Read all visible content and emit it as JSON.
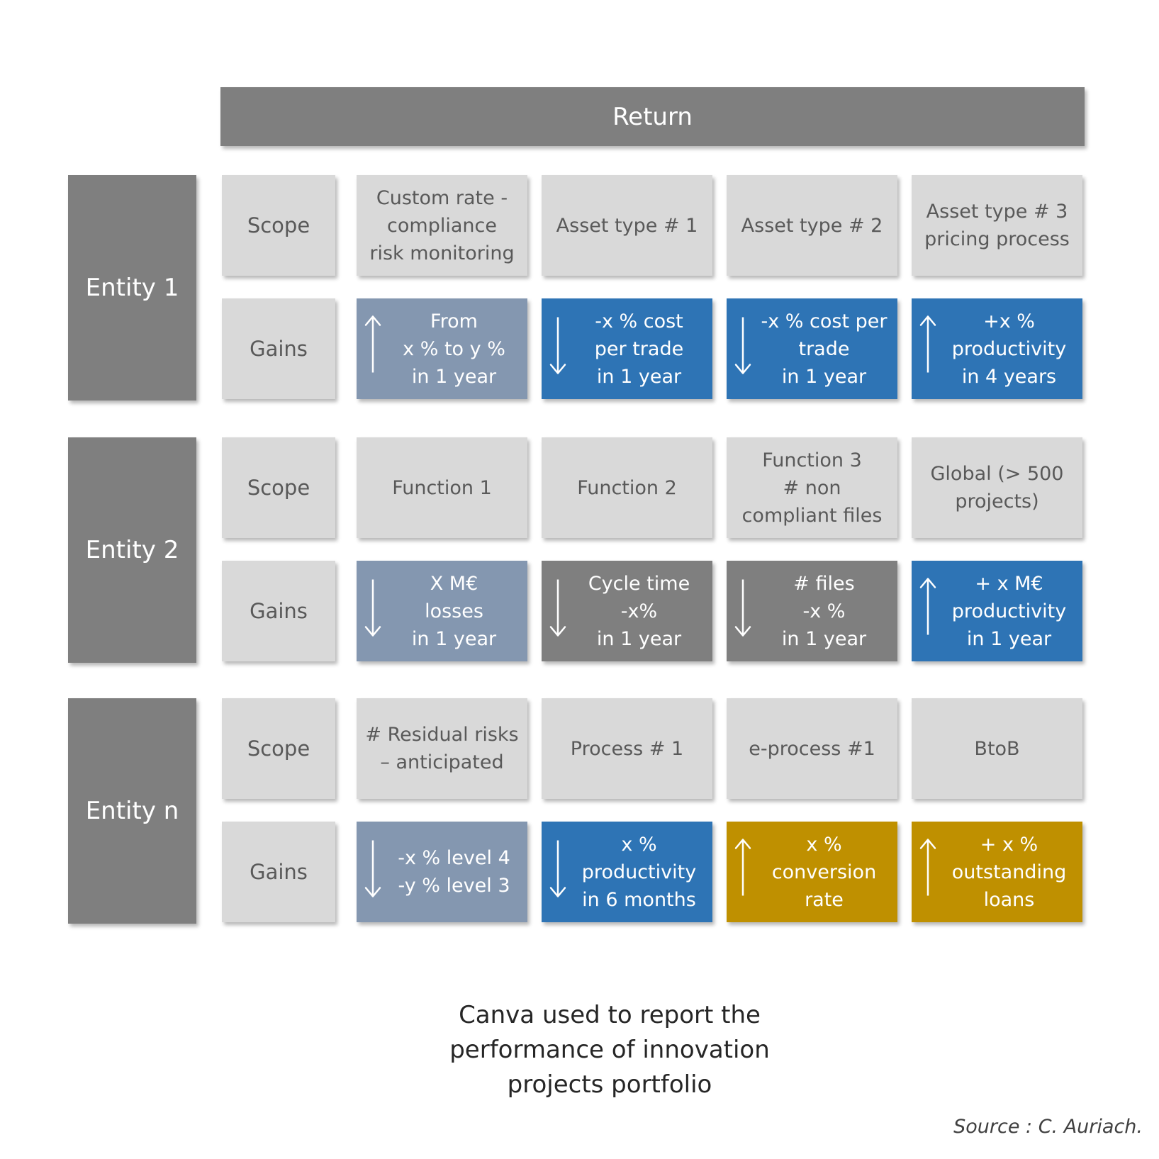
{
  "header": {
    "title": "Return"
  },
  "row_labels": {
    "scope": "Scope",
    "gains": "Gains"
  },
  "colors": {
    "grey_dark": "#7f7f7f",
    "grey_light": "#d9d9d9",
    "blue": "#2e74b5",
    "blue_grey": "#8497b0",
    "gold": "#bf9000"
  },
  "entities": [
    {
      "name": "Entity 1",
      "scope": [
        "Custom rate -\ncompliance\nrisk monitoring",
        "Asset type # 1",
        "Asset type # 2",
        "Asset type # 3\npricing process"
      ],
      "gains": [
        {
          "text": "From\nx % to y %\nin 1 year",
          "arrow": "up",
          "color": "blue_grey"
        },
        {
          "text": "-x % cost\nper trade\nin 1 year",
          "arrow": "down",
          "color": "blue"
        },
        {
          "text": "-x % cost per\ntrade\nin 1 year",
          "arrow": "down",
          "color": "blue"
        },
        {
          "text": "+x %\nproductivity\nin 4 years",
          "arrow": "up",
          "color": "blue"
        }
      ]
    },
    {
      "name": "Entity 2",
      "scope": [
        "Function 1",
        "Function 2",
        "Function 3\n# non\ncompliant files",
        "Global (> 500\nprojects)"
      ],
      "gains": [
        {
          "text": "X M€\nlosses\nin 1 year",
          "arrow": "down",
          "color": "blue_grey"
        },
        {
          "text": "Cycle time\n-x%\nin 1 year",
          "arrow": "down",
          "color": "grey_dark"
        },
        {
          "text": "# files\n-x %\nin 1 year",
          "arrow": "down",
          "color": "grey_dark"
        },
        {
          "text": "+ x M€\nproductivity\nin 1 year",
          "arrow": "up",
          "color": "blue"
        }
      ]
    },
    {
      "name": "Entity n",
      "scope": [
        "# Residual risks\n– anticipated",
        "Process # 1",
        "e-process #1",
        "BtoB"
      ],
      "gains": [
        {
          "text": "-x % level 4\n-y % level 3",
          "arrow": "down",
          "color": "blue_grey"
        },
        {
          "text": "x %\nproductivity\nin 6 months",
          "arrow": "down",
          "color": "blue"
        },
        {
          "text": "x %\nconversion\nrate",
          "arrow": "up",
          "color": "gold"
        },
        {
          "text": "+ x  %\noutstanding\nloans",
          "arrow": "up",
          "color": "gold"
        }
      ]
    }
  ],
  "caption": "Canva used to report the\nperformance of innovation\nprojects portfolio",
  "source": "Source : C. Auriach."
}
